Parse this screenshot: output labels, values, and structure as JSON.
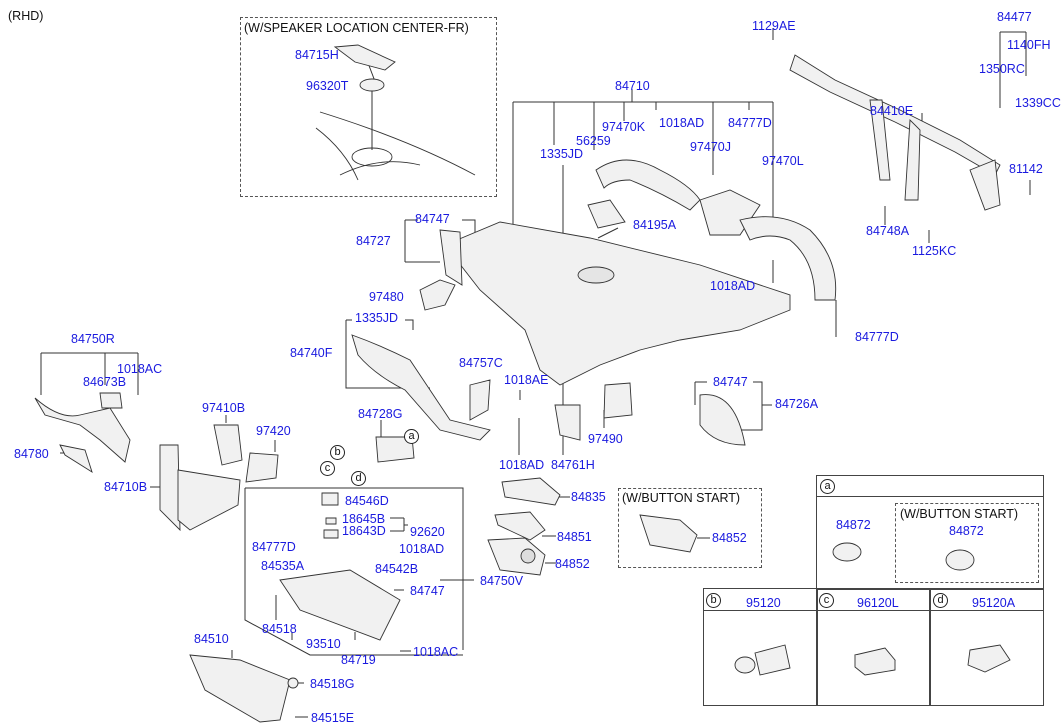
{
  "diagram": {
    "title_note": "(RHD)",
    "colors": {
      "part_label": "#1a1adf",
      "line": "#333333",
      "text": "#111111"
    },
    "insets": {
      "speaker": {
        "caption": "(W/SPEAKER LOCATION CENTER-FR)",
        "parts": [
          "84715H",
          "96320T"
        ]
      },
      "button_start_1": {
        "caption": "(W/BUTTON START)",
        "parts": [
          "84852"
        ]
      },
      "table_a": {
        "key": "a",
        "parts": [
          "84872"
        ],
        "sub_caption": "(W/BUTTON START)",
        "sub_parts": [
          "84872"
        ]
      },
      "table_b": {
        "key": "b",
        "part": "95120"
      },
      "table_c": {
        "key": "c",
        "part": "96120L"
      },
      "table_d": {
        "key": "d",
        "part": "95120A"
      }
    },
    "callouts": [
      "a",
      "b",
      "c",
      "d"
    ],
    "labels": {
      "l84710": "84710",
      "l1335JD_top": "1335JD",
      "l56259": "56259",
      "l97470K": "97470K",
      "l1018AD_top": "1018AD",
      "l84777D_top": "84777D",
      "l97470J": "97470J",
      "l97470L": "97470L",
      "l1129AE": "1129AE",
      "l84477": "84477",
      "l1140FH": "1140FH",
      "l1350RC": "1350RC",
      "l1339CC": "1339CC",
      "l84410E": "84410E",
      "l81142": "81142",
      "l84748A": "84748A",
      "l1125KC": "1125KC",
      "l84747_a": "84747",
      "l84727": "84727",
      "l84195A": "84195A",
      "l1018AD_r": "1018AD",
      "l97480": "97480",
      "l84777D_r": "84777D",
      "l1335JD_l": "1335JD",
      "l84740F": "84740F",
      "l84750R": "84750R",
      "l84673B": "84673B",
      "l1018AC_l": "1018AC",
      "l84757C": "84757C",
      "l1018AE": "1018AE",
      "l84747_b": "84747",
      "l84726A": "84726A",
      "l97410B": "97410B",
      "l97420": "97420",
      "l84728G": "84728G",
      "l97490": "97490",
      "l84780": "84780",
      "l1018AD_m": "1018AD",
      "l84761H": "84761H",
      "l84710B": "84710B",
      "l84835": "84835",
      "l84546D": "84546D",
      "l18645B": "18645B",
      "l18643D": "18643D",
      "l92620": "92620",
      "l84851": "84851",
      "l84777D_b": "84777D",
      "l1018AD_b": "1018AD",
      "l84535A": "84535A",
      "l84542B": "84542B",
      "l84852": "84852",
      "l84750V": "84750V",
      "l84747_c": "84747",
      "l84518": "84518",
      "l93510": "93510",
      "l84719": "84719",
      "l1018AC_b": "1018AC",
      "l84510": "84510",
      "l84518G": "84518G",
      "l84515E": "84515E"
    }
  }
}
